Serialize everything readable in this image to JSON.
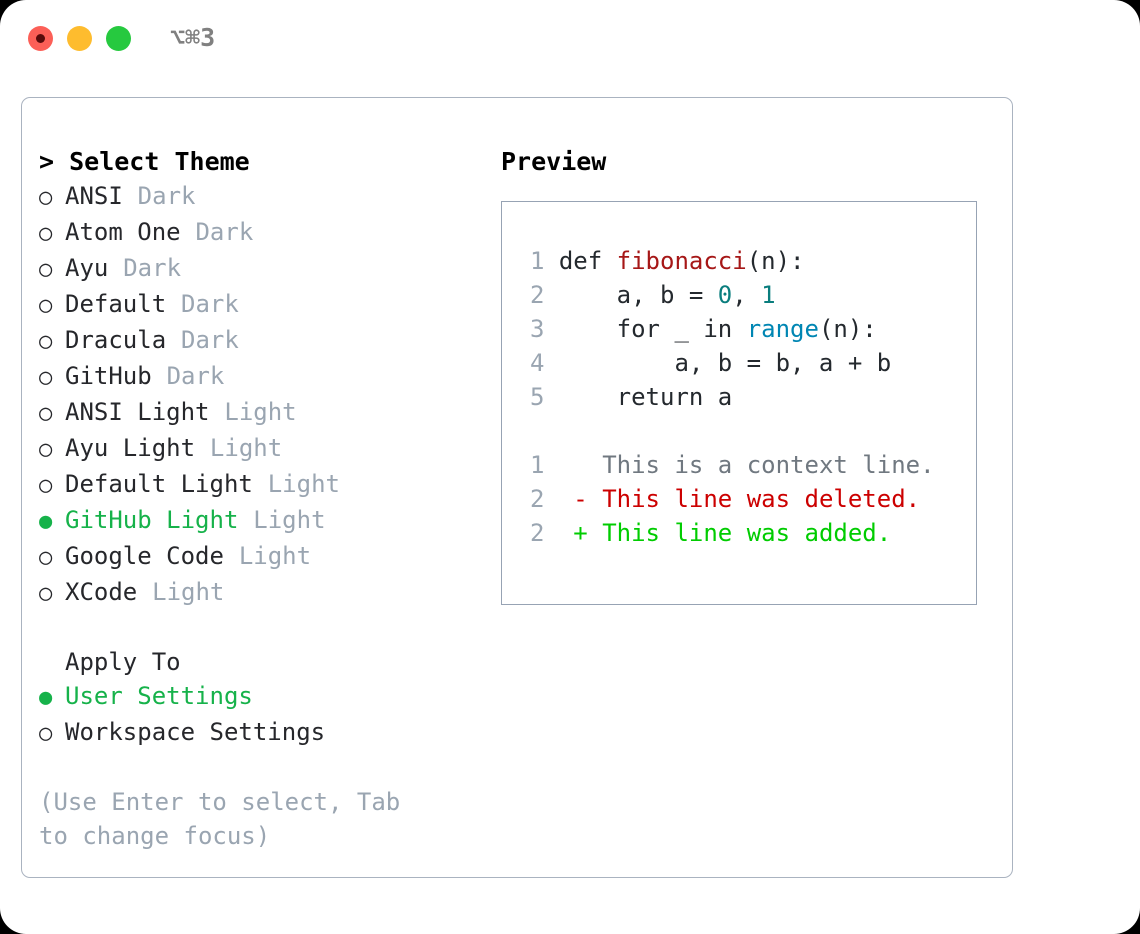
{
  "titlebar": {
    "shortcut": "⌥⌘3",
    "lights": [
      {
        "name": "close",
        "color": "#fc5f57"
      },
      {
        "name": "minimize",
        "color": "#febc2e"
      },
      {
        "name": "maximize",
        "color": "#26c93f"
      }
    ]
  },
  "left": {
    "heading": "> Select Theme",
    "markers": {
      "selected": "●",
      "unselected": "○"
    },
    "themes": [
      {
        "marker": "○",
        "name": "ANSI",
        "category": "Dark",
        "selected": false
      },
      {
        "marker": "○",
        "name": "Atom One",
        "category": "Dark",
        "selected": false
      },
      {
        "marker": "○",
        "name": "Ayu",
        "category": "Dark",
        "selected": false
      },
      {
        "marker": "○",
        "name": "Default",
        "category": "Dark",
        "selected": false
      },
      {
        "marker": "○",
        "name": "Dracula",
        "category": "Dark",
        "selected": false
      },
      {
        "marker": "○",
        "name": "GitHub",
        "category": "Dark",
        "selected": false
      },
      {
        "marker": "○",
        "name": "ANSI Light",
        "category": "Light",
        "selected": false
      },
      {
        "marker": "○",
        "name": "Ayu Light",
        "category": "Light",
        "selected": false
      },
      {
        "marker": "○",
        "name": "Default Light",
        "category": "Light",
        "selected": false
      },
      {
        "marker": "●",
        "name": "GitHub Light",
        "category": "Light",
        "selected": true
      },
      {
        "marker": "○",
        "name": "Google Code",
        "category": "Light",
        "selected": false
      },
      {
        "marker": "○",
        "name": "XCode",
        "category": "Light",
        "selected": false
      }
    ],
    "apply_to": {
      "title": "Apply To",
      "options": [
        {
          "marker": "●",
          "label": "User Settings",
          "selected": true
        },
        {
          "marker": "○",
          "label": "Workspace Settings",
          "selected": false
        }
      ]
    },
    "hint": "(Use Enter to select, Tab to change focus)"
  },
  "right": {
    "heading": "Preview",
    "code": {
      "lines": [
        {
          "num": "1",
          "indent": "",
          "parts": [
            {
              "text": "def ",
              "kind": "plain"
            },
            {
              "text": "fibonacci",
              "kind": "fn"
            },
            {
              "text": "(n):",
              "kind": "plain"
            }
          ]
        },
        {
          "num": "2",
          "indent": "",
          "parts": [
            {
              "text": "    a, b = ",
              "kind": "plain"
            },
            {
              "text": "0",
              "kind": "num"
            },
            {
              "text": ", ",
              "kind": "plain"
            },
            {
              "text": "1",
              "kind": "num"
            }
          ]
        },
        {
          "num": "3",
          "indent": "",
          "parts": [
            {
              "text": "    for _ in ",
              "kind": "plain"
            },
            {
              "text": "range",
              "kind": "call"
            },
            {
              "text": "(n):",
              "kind": "plain"
            }
          ]
        },
        {
          "num": "4",
          "indent": "",
          "parts": [
            {
              "text": "        a, b = b, a + b",
              "kind": "plain"
            }
          ]
        },
        {
          "num": "5",
          "indent": "",
          "parts": [
            {
              "text": "    return a",
              "kind": "plain"
            }
          ]
        }
      ],
      "diff": [
        {
          "num": "1",
          "sign": "  ",
          "text": "This is a context line.",
          "kind": "ctx"
        },
        {
          "num": "2",
          "sign": "- ",
          "text": "This line was deleted.",
          "kind": "del"
        },
        {
          "num": "2",
          "sign": "+ ",
          "text": "This line was added.",
          "kind": "add"
        }
      ]
    }
  },
  "colors": {
    "accent_green": "#16b24a",
    "muted": "#9aa5b1",
    "text": "#26272b",
    "diff_delete": "#cc0000",
    "diff_add": "#00cc00",
    "syntax_function": "#a61717",
    "syntax_number": "#0a7d7d",
    "syntax_call": "#0086b3",
    "border": "#aab3c0"
  }
}
